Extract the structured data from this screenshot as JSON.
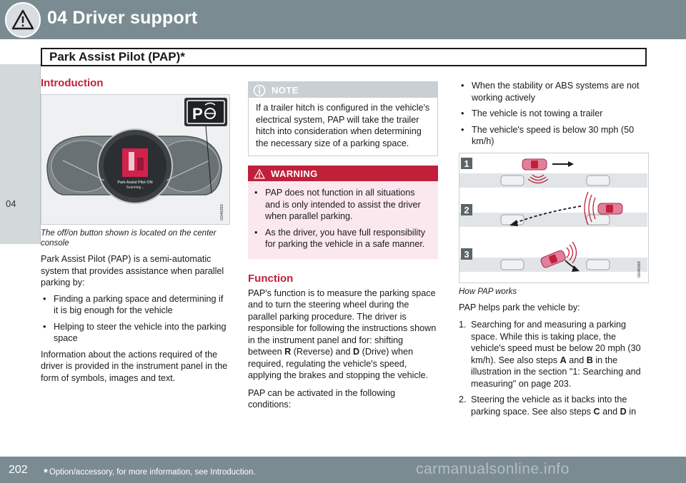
{
  "header": {
    "chapter_title": "04  Driver support",
    "warning_icon": "warning-triangle-icon"
  },
  "section": {
    "title": "Park Assist Pilot (PAP)*"
  },
  "sidetab": {
    "label": "04"
  },
  "col1": {
    "heading": "Introduction",
    "figure": {
      "dashboard_text": "Park Assist Pilot ON",
      "dashboard_subtext": "Scanning ..",
      "button_icon": "pap-button-icon",
      "code": "G046050"
    },
    "caption": "The off/on button shown is located on the center console",
    "para1": "Park Assist Pilot (PAP) is a semi-automatic system that provides assistance when parallel parking by:",
    "bullets": [
      "Finding a parking space and determining if it is big enough for the vehicle",
      "Helping to steer the vehicle into the parking space"
    ],
    "para2": "Information about the actions required of the driver is provided in the instrument panel in the form of symbols, images and text."
  },
  "col2": {
    "note_label": "NOTE",
    "note_text": "If a trailer hitch is configured in the vehicle's electrical system, PAP will take the trailer hitch into consideration when determining the necessary size of a parking space.",
    "warning_label": "WARNING",
    "warning_items": [
      "PAP does not function in all situations and is only intended to assist the driver when parallel parking.",
      "As the driver, you have full responsibility for parking the vehicle in a safe manner."
    ],
    "function_heading": "Function",
    "function_p1_a": "PAP's function is to measure the parking space and to turn the steering wheel during the parallel parking procedure. The driver is responsible for following the instructions shown in the instrument panel and for: shifting between ",
    "function_p1_r": "R",
    "function_p1_b": " (Reverse) and ",
    "function_p1_d": "D",
    "function_p1_c": " (Drive) when required, regulating the vehicle's speed, applying the brakes and stopping the vehicle.",
    "function_p2": "PAP can be activated in the following conditions:"
  },
  "col3": {
    "conditions": [
      "When the stability or ABS systems are not working actively",
      "The vehicle is not towing a trailer",
      "The vehicle's speed is below 30 mph (50 km/h)"
    ],
    "figure": {
      "step_labels": [
        "1",
        "2",
        "3"
      ],
      "code": "G046068"
    },
    "caption": "How PAP works",
    "intro": "PAP helps park the vehicle by:",
    "steps": [
      {
        "num": "1.",
        "a": "Searching for and measuring a parking space. While this is taking place, the vehicle's speed must be below 20 mph (30 km/h). See also steps ",
        "b1": "A",
        "mid": " and ",
        "b2": "B",
        "c": " in the illustration in the section \"1: Searching and measuring\" on page 203."
      },
      {
        "num": "2.",
        "a": "Steering the vehicle as it backs into the parking space. See also steps ",
        "b1": "C",
        "mid": " and ",
        "b2": "D",
        "c": " in"
      }
    ]
  },
  "footer": {
    "page_number": "202",
    "star": "*",
    "note": "Option/accessory, for more information, see Introduction.",
    "watermark": "carmanualsonline.info"
  },
  "colors": {
    "header": "#7b8b92",
    "accent_red": "#c0203a",
    "note_grey": "#c9cfd2",
    "warning_bg": "#fbe8ee"
  }
}
